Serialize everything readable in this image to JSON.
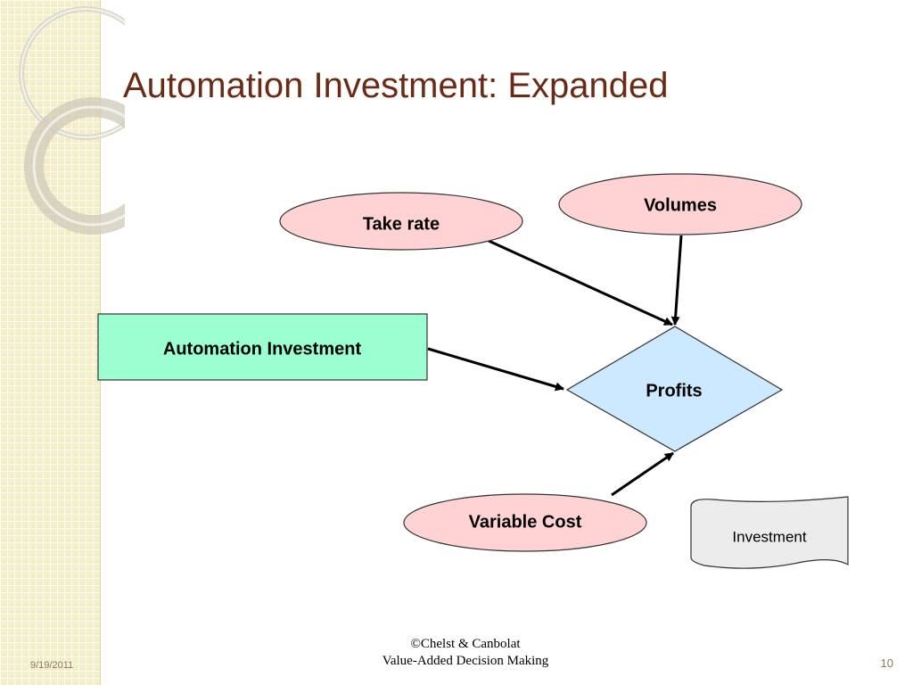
{
  "slide": {
    "title": "Automation Investment: Expanded"
  },
  "diagram": {
    "nodes": {
      "take_rate": "Take rate",
      "volumes": "Volumes",
      "automation_investment": "Automation Investment",
      "profits": "Profits",
      "variable_cost": "Variable Cost",
      "investment_doc": "Investment"
    },
    "edges": [
      {
        "from": "Take rate",
        "to": "Profits"
      },
      {
        "from": "Volumes",
        "to": "Profits"
      },
      {
        "from": "Automation Investment",
        "to": "Profits"
      },
      {
        "from": "Variable Cost",
        "to": "Profits"
      }
    ],
    "colors": {
      "chance_fill": "#ffd3d3",
      "decision_fill": "#9cffd1",
      "value_fill": "#cce9ff",
      "document_fill": "#ececec",
      "title": "#6b2a14"
    }
  },
  "footer": {
    "date": "9/19/2011",
    "copyright": "©Chelst & Canbolat",
    "subtitle": "Value-Added Decision Making",
    "page_number": "10"
  }
}
